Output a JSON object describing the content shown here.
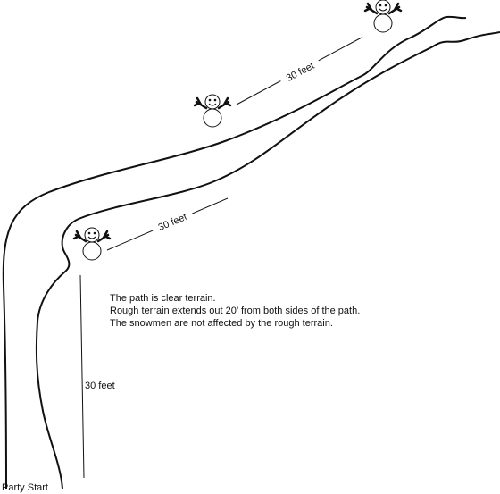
{
  "labels": {
    "distance_top": "30 feet",
    "distance_middle": "30 feet",
    "distance_vertical": "30 feet",
    "party_start": "Party Start"
  },
  "notes": [
    "The path is clear terrain.",
    "Rough terrain extends out 20’ from both sides of the path.",
    "The snowmen are not affected by the rough terrain."
  ],
  "colors": {
    "ink": "#111111",
    "background": "#ffffff"
  },
  "icons": [
    "snowman-icon",
    "snowman-icon",
    "snowman-icon"
  ]
}
